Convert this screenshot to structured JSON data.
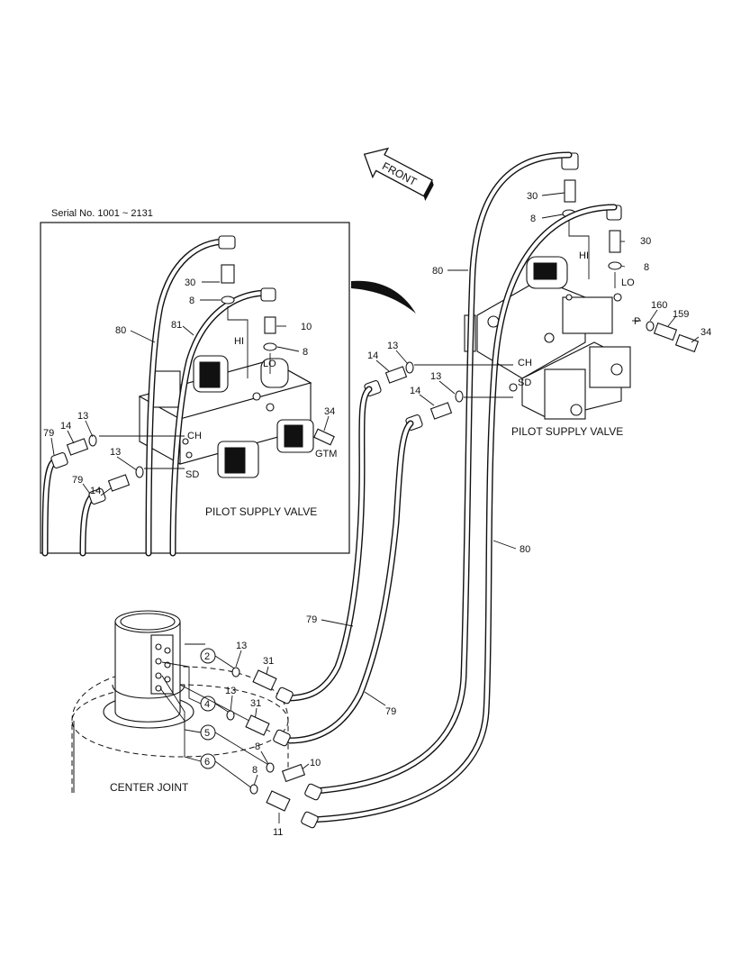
{
  "inset": {
    "serial": "Serial No. 1001 ~ 2131",
    "title": "PILOT SUPPLY VALVE",
    "labels": [
      "80",
      "81",
      "30",
      "8",
      "10",
      "8",
      "HI",
      "LO",
      "34",
      "GTM",
      "13",
      "14",
      "79",
      "CH",
      "13",
      "14",
      "79",
      "SD"
    ]
  },
  "front_arrow": "FRONT",
  "main": {
    "valve_title": "PILOT SUPPLY VALVE",
    "labels": [
      "30",
      "8",
      "30",
      "8",
      "80",
      "HI",
      "LO",
      "160",
      "159",
      "34",
      "P",
      "13",
      "14",
      "CH",
      "13",
      "14",
      "SD",
      "80",
      "79",
      "79"
    ]
  },
  "center_joint": {
    "title": "CENTER JOINT",
    "ports": [
      "2",
      "4",
      "5",
      "6"
    ],
    "labels": [
      "13",
      "31",
      "13",
      "31",
      "8",
      "10",
      "8",
      "11"
    ]
  }
}
